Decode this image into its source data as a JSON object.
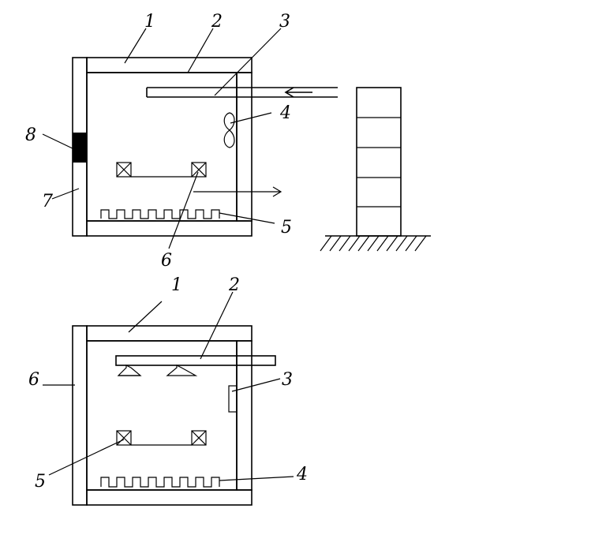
{
  "diagram_top": {
    "labels": [
      "1",
      "2",
      "3",
      "4",
      "5",
      "6",
      "7",
      "8"
    ]
  },
  "diagram_bottom": {
    "labels": [
      "1",
      "2",
      "3",
      "4",
      "5",
      "6"
    ]
  },
  "colors": {
    "line": "#000000",
    "background": "#ffffff",
    "fill_block": "#000000"
  }
}
